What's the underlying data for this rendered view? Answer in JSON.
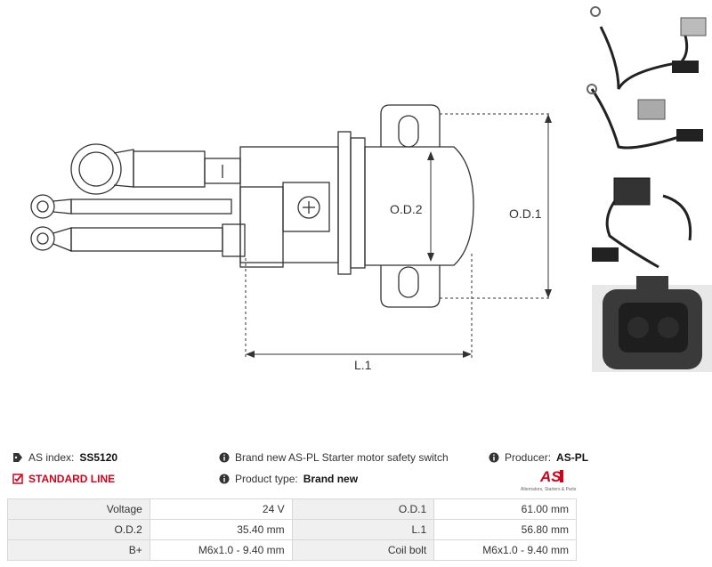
{
  "drawing": {
    "labels": {
      "od1": "O.D.1",
      "od2": "O.D.2",
      "l1": "L.1"
    }
  },
  "photos": [
    {
      "name": "harness-photo-1"
    },
    {
      "name": "harness-photo-2"
    },
    {
      "name": "harness-photo-3"
    },
    {
      "name": "connector-photo"
    }
  ],
  "info": {
    "as_index_label": "AS index:",
    "as_index_value": "SS5120",
    "standard_line": "STANDARD LINE",
    "description": "Brand new AS-PL Starter motor safety switch",
    "product_type_label": "Product type:",
    "product_type_value": "Brand new",
    "producer_label": "Producer:",
    "producer_value": "AS-PL",
    "logo_text": "AS",
    "logo_sub": "Alternators, Starters & Parts"
  },
  "specs": [
    {
      "l1": "Voltage",
      "v1": "24 V",
      "l2": "O.D.1",
      "v2": "61.00 mm"
    },
    {
      "l1": "O.D.2",
      "v1": "35.40 mm",
      "l2": "L.1",
      "v2": "56.80 mm"
    },
    {
      "l1": "B+",
      "v1": "M6x1.0 - 9.40 mm",
      "l2": "Coil bolt",
      "v2": "M6x1.0 - 9.40 mm"
    }
  ],
  "colors": {
    "accent": "#d0021b",
    "line": "#333333"
  }
}
